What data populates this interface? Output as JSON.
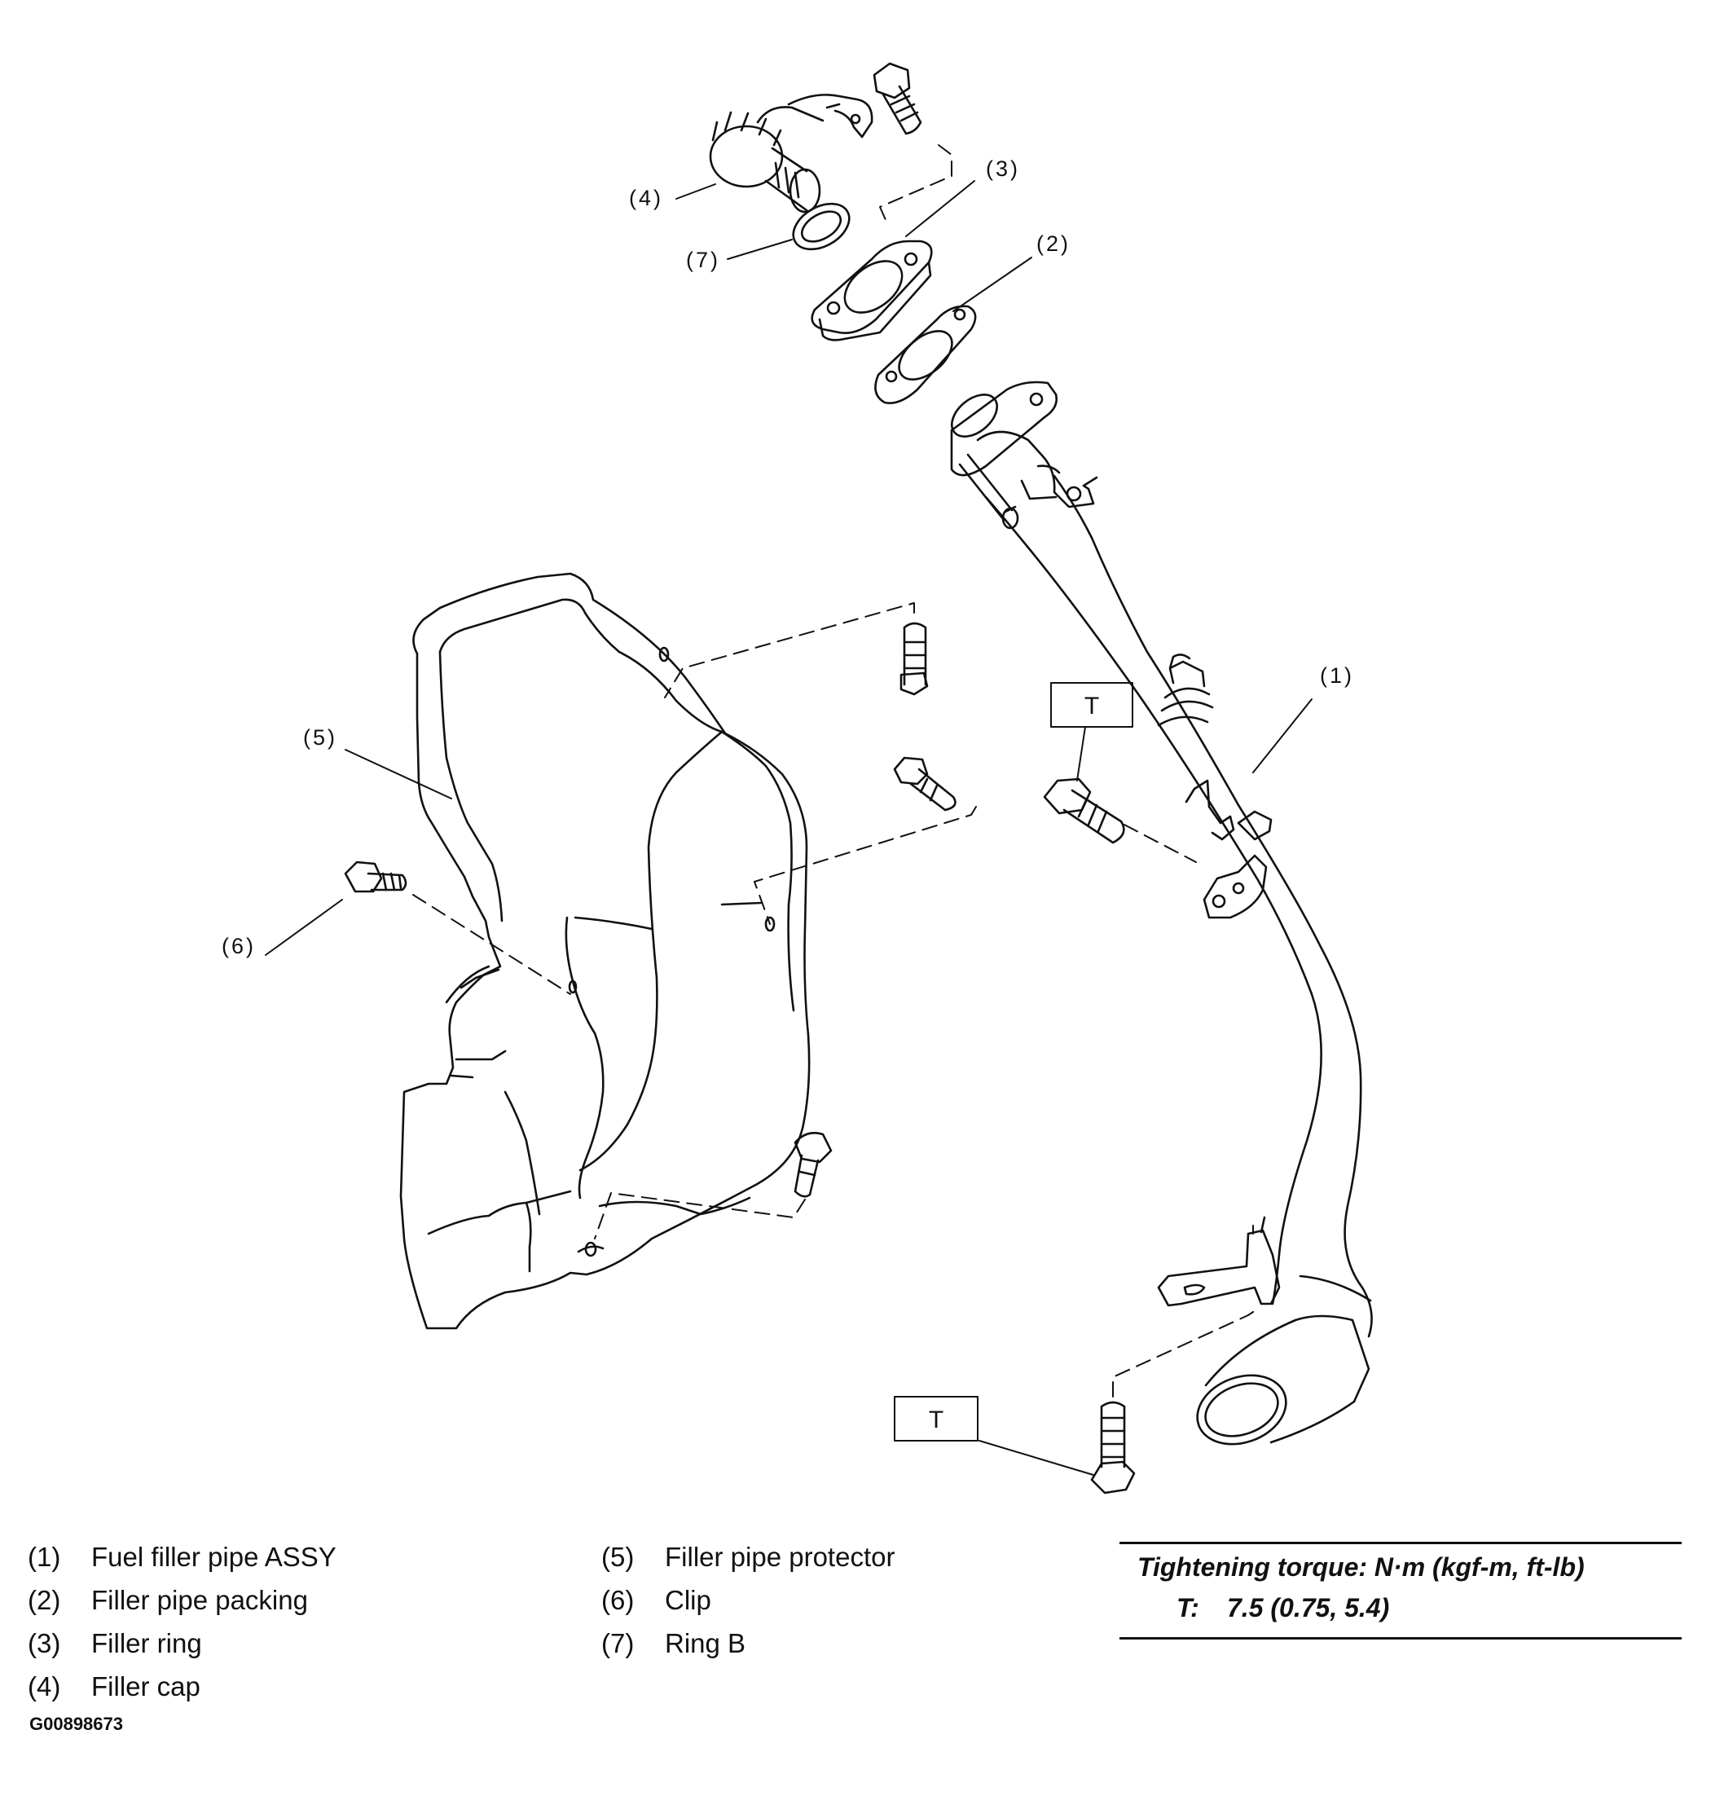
{
  "callouts": {
    "c1": "(1)",
    "c2": "(2)",
    "c3": "(3)",
    "c4": "(4)",
    "c5": "(5)",
    "c6": "(6)",
    "c7": "(7)"
  },
  "torque_boxes": [
    "T",
    "T"
  ],
  "legend": {
    "col1": [
      {
        "num": "(1)",
        "label": "Fuel filler pipe ASSY"
      },
      {
        "num": "(2)",
        "label": "Filler pipe packing"
      },
      {
        "num": "(3)",
        "label": "Filler ring"
      },
      {
        "num": "(4)",
        "label": "Filler cap"
      }
    ],
    "col2": [
      {
        "num": "(5)",
        "label": "Filler pipe protector"
      },
      {
        "num": "(6)",
        "label": "Clip"
      },
      {
        "num": "(7)",
        "label": "Ring B"
      }
    ]
  },
  "torque": {
    "title": "Tightening torque: N·m (kgf-m, ft-lb)",
    "symbol": "T:",
    "value": "7.5 (0.75, 5.4)"
  },
  "figure_id": "G00898673"
}
